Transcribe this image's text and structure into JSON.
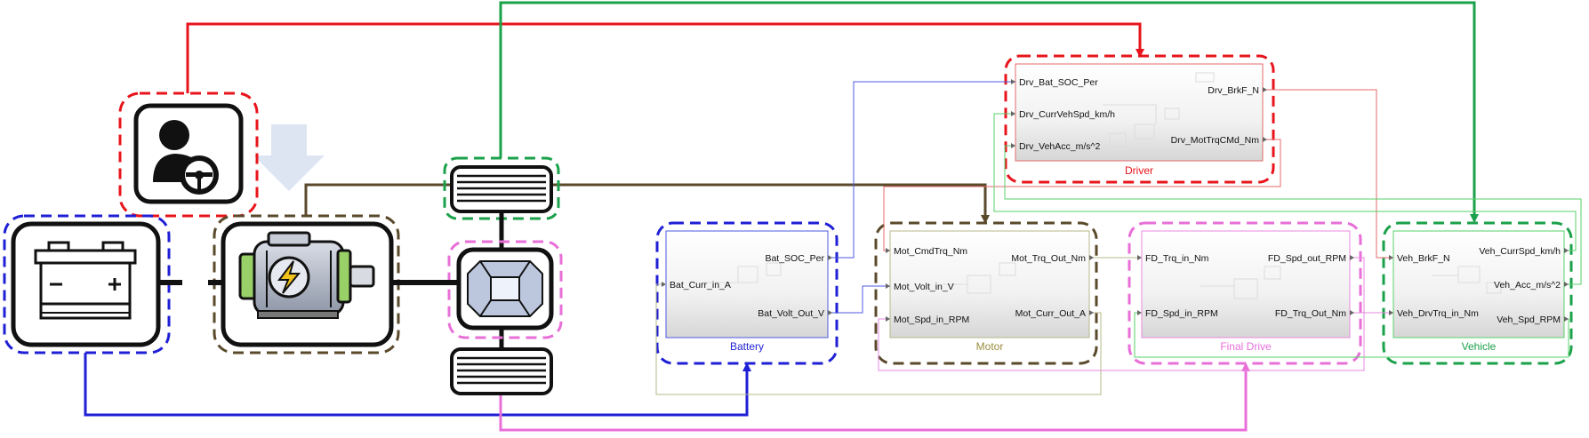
{
  "colors": {
    "driver": "#e8141b",
    "battery": "#1f1fd6",
    "motor": "#5a4a2b",
    "final_drive": "#e86fd8",
    "vehicle": "#1aa14a",
    "wire_blue": "#4b5ae0",
    "wire_red": "#e46a6a",
    "wire_green": "#57d16a",
    "wire_pink": "#e98ae0",
    "wire_olive": "#b5b98a"
  },
  "icons": {
    "driver": "steering-wheel-person-icon",
    "battery": "car-battery-icon",
    "motor": "electric-motor-icon",
    "final_drive": "differential-gear-icon",
    "wheels": "tire-icon",
    "power_flow": "down-arrow-icon"
  },
  "blocks": {
    "driver": {
      "label": "Driver",
      "inputs": [
        "Drv_Bat_SOC_Per",
        "Drv_CurrVehSpd_km/h",
        "Drv_VehAcc_m/s^2"
      ],
      "outputs": [
        "Drv_BrkF_N",
        "Drv_MotTrqCMd_Nm"
      ]
    },
    "battery": {
      "label": "Battery",
      "inputs": [
        "Bat_Curr_in_A"
      ],
      "outputs": [
        "Bat_SOC_Per",
        "Bat_Volt_Out_V"
      ]
    },
    "motor": {
      "label": "Motor",
      "inputs": [
        "Mot_CmdTrq_Nm",
        "Mot_Volt_in_V",
        "Mot_Spd_in_RPM"
      ],
      "outputs": [
        "Mot_Trq_Out_Nm",
        "Mot_Curr_Out_A"
      ]
    },
    "final_drive": {
      "label": "Final Drive",
      "inputs": [
        "FD_Trq_in_Nm",
        "FD_Spd_in_RPM"
      ],
      "outputs": [
        "FD_Spd_out_RPM",
        "FD_Trq_Out_Nm"
      ]
    },
    "vehicle": {
      "label": "Vehicle",
      "inputs": [
        "Veh_BrkF_N",
        "Veh_DrvTrq_in_Nm"
      ],
      "outputs": [
        "Veh_CurrSpd_km/h",
        "Veh_Acc_m/s^2",
        "Veh_Spd_RPM"
      ]
    }
  }
}
